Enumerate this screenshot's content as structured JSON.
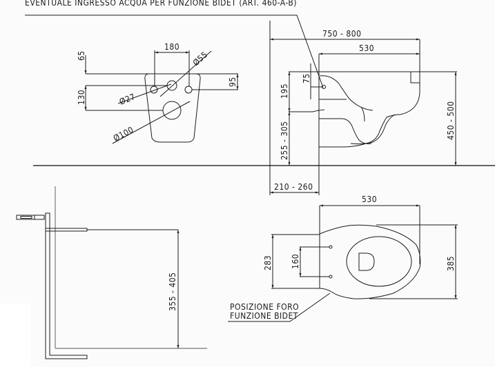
{
  "title_note": "EVENTUALE INGRESSO ACQUA PER FUNZIONE BIDET (ART. 460-A-B)",
  "front_view": {
    "dim_top_offset": "65",
    "dim_holes_spacing": "180",
    "dim_diameter_inlet": "Ø55",
    "dim_diameter_fixing": "Ø27",
    "dim_diameter_outlet": "Ø100",
    "dim_vertical_130": "130",
    "dim_vertical_95": "95"
  },
  "side_view": {
    "dim_overall_projection": "750 - 800",
    "dim_bowl_length": "530",
    "dim_inlet_height": "75",
    "dim_upper": "195",
    "dim_outlet_height": "255 - 305",
    "dim_rim_height": "450 - 500",
    "dim_wall_gap": "210 - 260"
  },
  "frame_view": {
    "dim_frame_height": "355 - 405"
  },
  "top_view": {
    "dim_length": "530",
    "dim_width": "385",
    "dim_rear_width": "283",
    "dim_fixing_spacing": "160",
    "note_line1": "POSIZIONE FORO",
    "note_line2": "FUNZIONE BIDET"
  },
  "colors": {
    "line": "#1a1a1a",
    "frame_line": "#777777",
    "background": "#fbfbfb"
  }
}
